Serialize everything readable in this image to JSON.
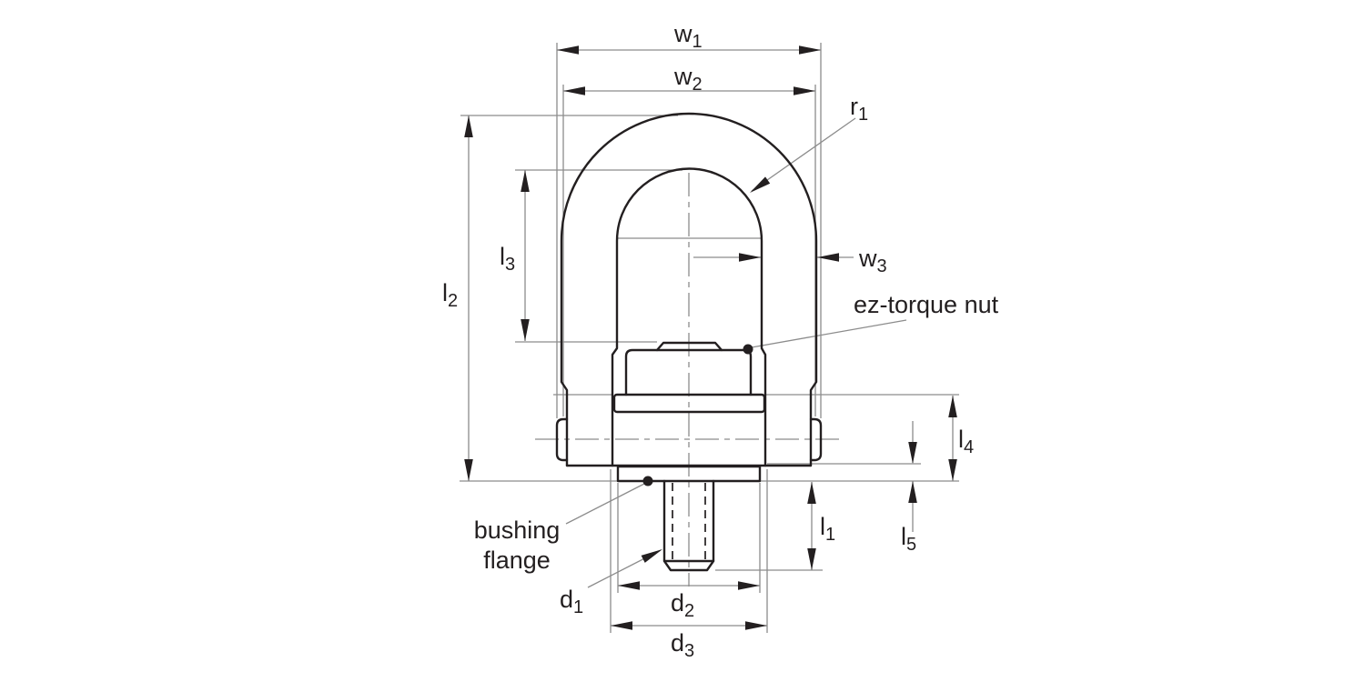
{
  "figure": {
    "kind": "engineering-dimension-drawing",
    "subject": "hoist ring with ez-torque nut and bushing flange, front view with dimension callouts"
  },
  "dimension_labels": {
    "w1": {
      "base": "w",
      "sub": "1"
    },
    "w2": {
      "base": "w",
      "sub": "2"
    },
    "w3": {
      "base": "w",
      "sub": "3"
    },
    "r1": {
      "base": "r",
      "sub": "1"
    },
    "l1": {
      "base": "l",
      "sub": "1"
    },
    "l2": {
      "base": "l",
      "sub": "2"
    },
    "l3": {
      "base": "l",
      "sub": "3"
    },
    "l4": {
      "base": "l",
      "sub": "4"
    },
    "l5": {
      "base": "l",
      "sub": "5"
    },
    "d1": {
      "base": "d",
      "sub": "1"
    },
    "d2": {
      "base": "d",
      "sub": "2"
    },
    "d3": {
      "base": "d",
      "sub": "3"
    }
  },
  "callouts": {
    "ez_torque_nut": "ez-torque nut",
    "bushing_flange_line1": "bushing",
    "bushing_flange_line2": "flange"
  },
  "colors": {
    "background": "#ffffff",
    "outline": "#231f20",
    "thin_line": "#8c8c8c",
    "text": "#231f20"
  }
}
